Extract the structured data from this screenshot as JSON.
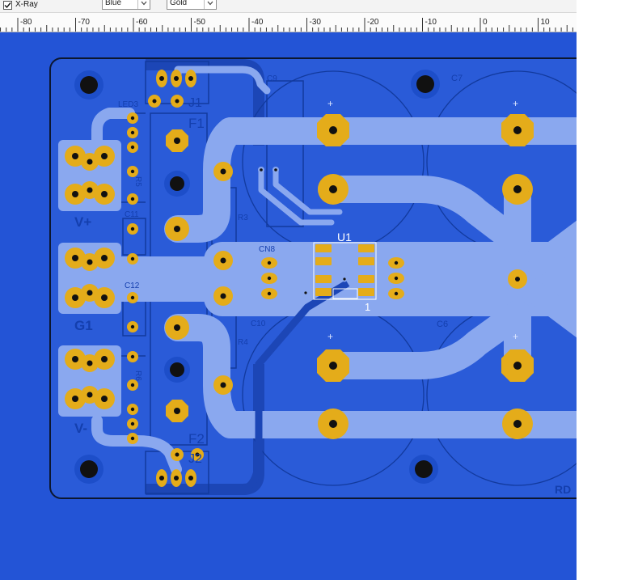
{
  "toolbar": {
    "xray_label": "X-Ray",
    "xray_checked": true,
    "layer_color_value": "Blue",
    "highlight_color_value": "Gold"
  },
  "ruler": {
    "unit_ticks": [
      "-80",
      "-70",
      "-60",
      "-50",
      "-40",
      "-30",
      "-20",
      "-10",
      "0",
      "10"
    ]
  },
  "colors": {
    "background": "#2354d6",
    "board_fill": "#2a5bd8",
    "trace": "#8aa8ef",
    "pad": "#e4ac1a",
    "pad_hole": "#111111"
  },
  "board": {
    "designators": {
      "ic": "U1",
      "pin1": "1",
      "v_plus": "V+",
      "ground": "G1",
      "v_minus": "V-",
      "fuse_top": "F1",
      "fuse_bottom": "F2",
      "conn_top": "J1",
      "conn_bottom": "J2",
      "led": "LED3",
      "r5": "R5",
      "r6": "R6",
      "r3": "R3",
      "r4": "R4",
      "c11": "C11",
      "c12": "C12",
      "cn8": "CN8",
      "c10": "C10",
      "c9": "C9",
      "c7": "C7",
      "c6": "C6",
      "cap_plus": "+",
      "edge_text": "RD"
    }
  }
}
